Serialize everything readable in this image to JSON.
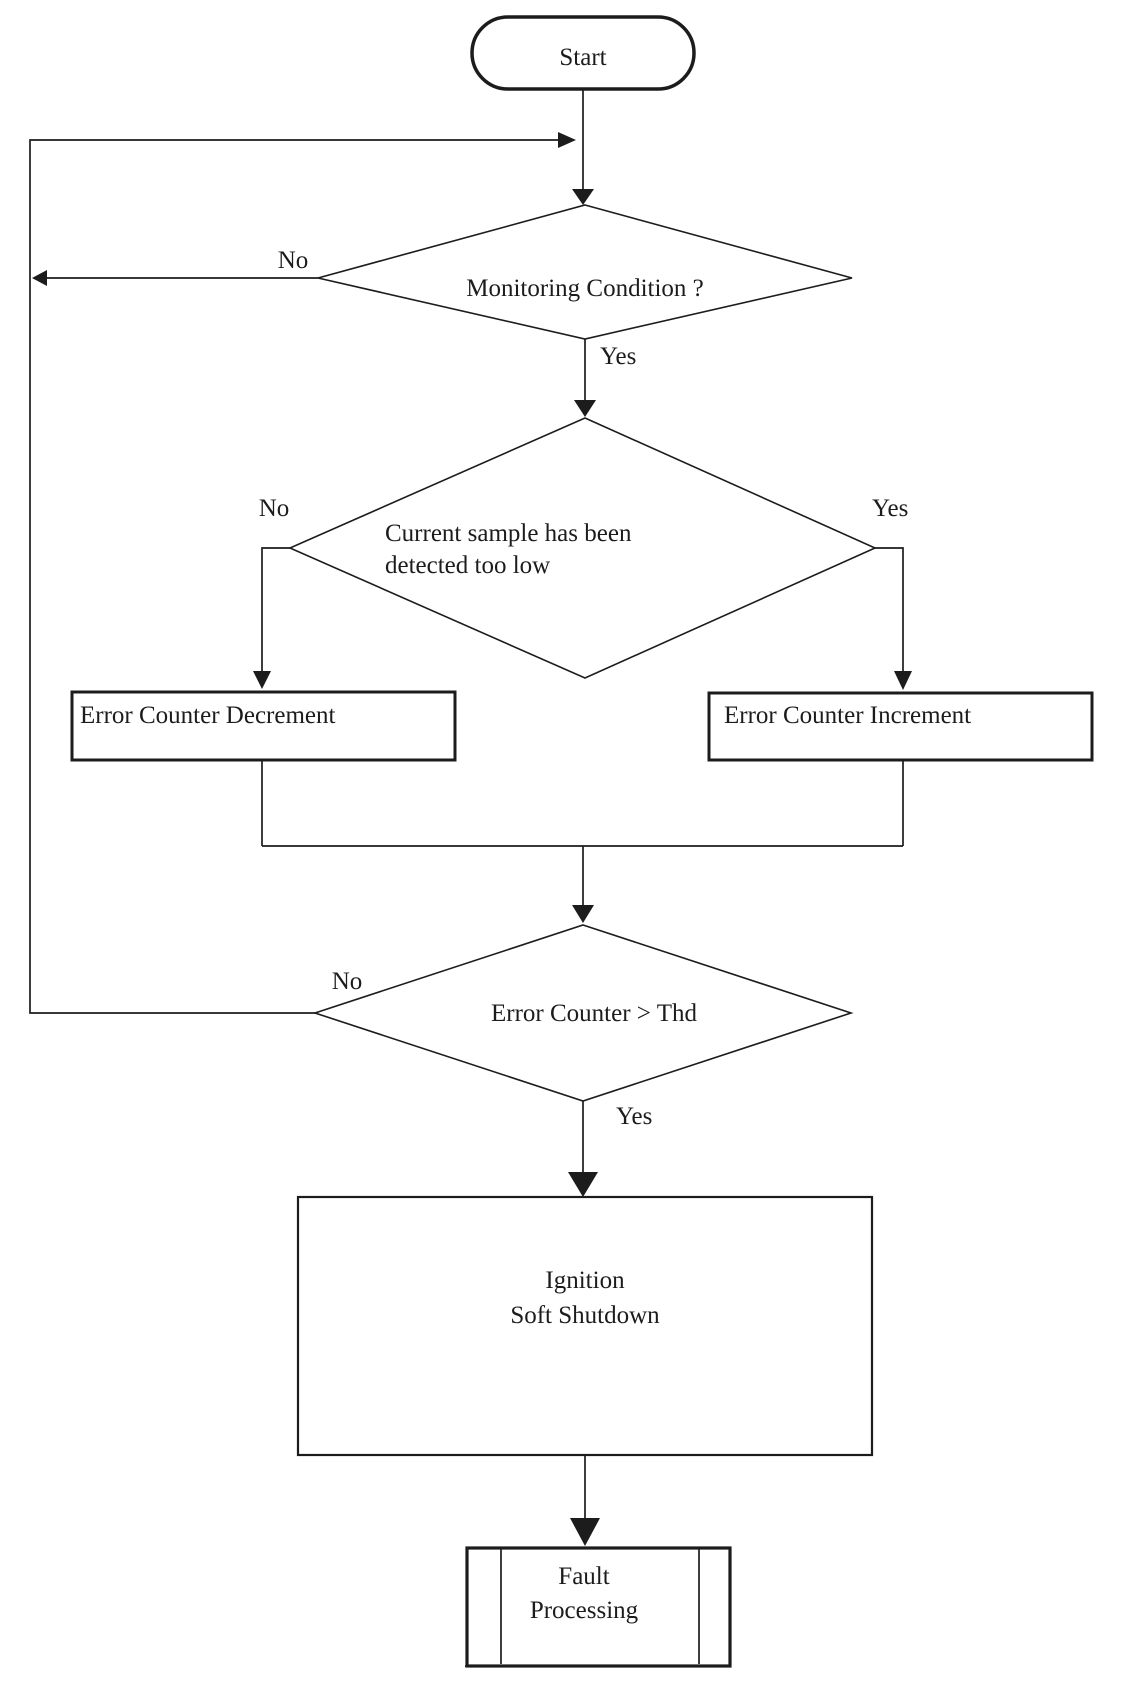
{
  "page": {
    "background": "#ffffff",
    "ink": "#1c1c1c"
  },
  "diagram": {
    "type": "flowchart",
    "nodes": {
      "start": {
        "shape": "terminator",
        "label": "Start"
      },
      "monitoring": {
        "shape": "decision",
        "label": "Monitoring Condition ?"
      },
      "sample_low": {
        "shape": "decision",
        "line1": "Current sample has been",
        "line2": "detected too low"
      },
      "decrement": {
        "shape": "process",
        "label": "Error Counter Decrement"
      },
      "increment": {
        "shape": "process",
        "label": "Error Counter Increment"
      },
      "threshold": {
        "shape": "decision",
        "label": "Error Counter > Thd"
      },
      "shutdown": {
        "shape": "process",
        "line1": "Ignition",
        "line2": "Soft Shutdown"
      },
      "fault": {
        "shape": "predefined_process",
        "line1": "Fault",
        "line2": "Processing"
      }
    },
    "branches": {
      "monitoring_no": "No",
      "monitoring_yes": "Yes",
      "sample_no": "No",
      "sample_yes": "Yes",
      "threshold_no": "No",
      "threshold_yes": "Yes"
    }
  }
}
